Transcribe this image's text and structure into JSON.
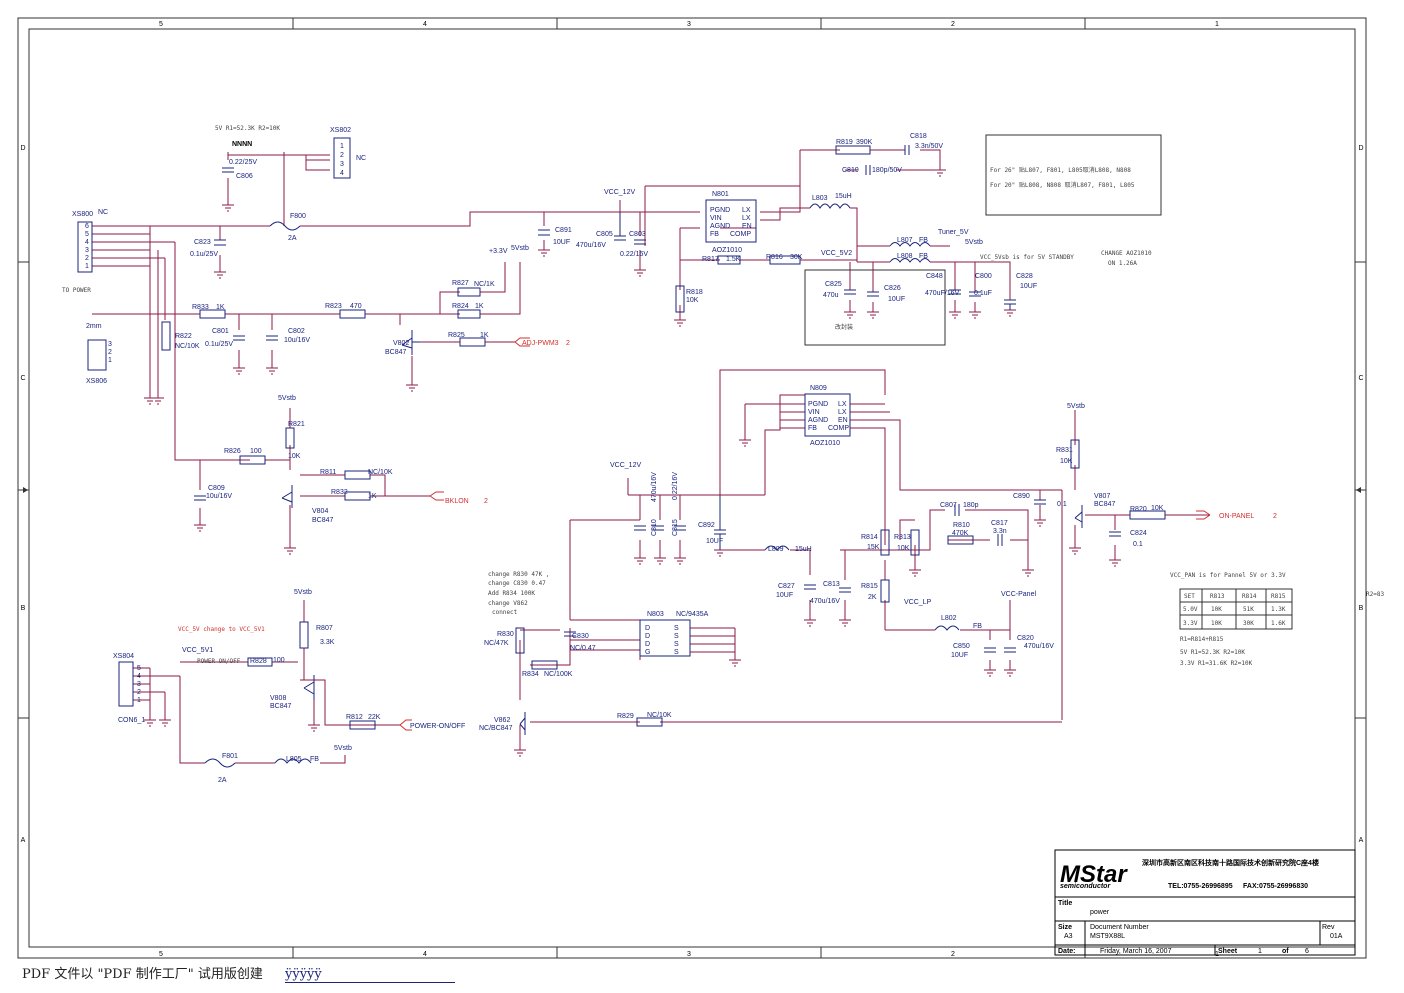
{
  "border": {
    "col_labels": [
      "5",
      "4",
      "3",
      "2",
      "1"
    ],
    "row_labels": [
      "D",
      "C",
      "B",
      "A"
    ]
  },
  "connectors": {
    "xs800": {
      "ref": "XS800",
      "note": "NC",
      "pins": [
        "6",
        "5",
        "4",
        "3",
        "2",
        "1"
      ],
      "caption": "TO POWER"
    },
    "xs802": {
      "ref": "XS802",
      "note": "NC",
      "pins": [
        "1",
        "2",
        "3",
        "4"
      ]
    },
    "xs806": {
      "ref": "XS806",
      "size": "2mm",
      "pins": [
        "3",
        "2",
        "1"
      ]
    },
    "xs804": {
      "ref": "XS804",
      "name": "CON6_1",
      "pins": [
        "5",
        "4",
        "3",
        "2",
        "1"
      ]
    }
  },
  "notes": {
    "xs802_top": "5V   R1=52.3K    R2=10K",
    "xs802_cap_ref": "NNNN",
    "vcc5v_change": "VCC_5V change to VCC_5V1",
    "change_block": [
      "change R830 47K ,",
      "change C830 0.47",
      "Add R834 100K",
      "change V862",
      "connect"
    ],
    "standby": "VCC_5Vsb is for  5V STANDBY",
    "aoz_change": [
      "CHANGE AOZ1010",
      "ON 1.26A"
    ],
    "gaifengzhuang": "改封装",
    "vcc_pan": "VCC_PAN is for Pannel 5V or 3.3V",
    "r_formula": "R1=R814+R815",
    "r_5v": "5V R1=52.3K    R2=10K",
    "r_33v": "3.3V R1=31.6K   R2=10K",
    "edge_r2": "R2=83",
    "size_box": [
      "For 26\" 贴L807, F801, L805取消L808, N808",
      "For 20\" 贴L808, N808 取消L807, F801, L805"
    ]
  },
  "table": {
    "headers": [
      "SET",
      "R813",
      "R814",
      "R815"
    ],
    "rows": [
      [
        "5.0V",
        "10K",
        "51K",
        "1.3K"
      ],
      [
        "3.3V",
        "10K",
        "30K",
        "1.6K"
      ]
    ]
  },
  "components": {
    "c806": {
      "ref": "C806",
      "value": "0.22/25V"
    },
    "c823": {
      "ref": "C823",
      "value": "0.1u/25V"
    },
    "f800": {
      "ref": "F800",
      "value": "2A"
    },
    "c891": {
      "ref": "C891",
      "value": "10UF"
    },
    "c805": {
      "ref": "C805",
      "value": "470u/16V"
    },
    "c803": {
      "ref": "C803",
      "value": "0.22/16V"
    },
    "n801": {
      "ref": "N801",
      "part": "AOZ1010",
      "pins_left": [
        "PGND",
        "VIN",
        "AGND",
        "FB"
      ],
      "pins_right": [
        "LX",
        "LX",
        "EN",
        "COMP"
      ]
    },
    "r819": {
      "ref": "R819",
      "value": "390K"
    },
    "c818": {
      "ref": "C818",
      "value": "3.3n/50V"
    },
    "c819": {
      "ref": "C819",
      "value": "180p/50V"
    },
    "l803": {
      "ref": "L803",
      "value": "15uH"
    },
    "r817": {
      "ref": "R817",
      "value": "1.5K"
    },
    "r816": {
      "ref": "R816",
      "value": "30K"
    },
    "r818": {
      "ref": "R818",
      "value": "10K"
    },
    "l807": {
      "ref": "L807",
      "value": "FB"
    },
    "l808": {
      "ref": "L808",
      "value": "FB"
    },
    "c825": {
      "ref": "C825",
      "value": "470u"
    },
    "c826": {
      "ref": "C826",
      "value": "10UF"
    },
    "c848": {
      "ref": "C848",
      "value": "470uF/16V"
    },
    "c800": {
      "ref": "C800",
      "value": "0.1uF"
    },
    "c828": {
      "ref": "C828",
      "value": "10UF"
    },
    "r833": {
      "ref": "R833",
      "value": "1K"
    },
    "r823": {
      "ref": "R823",
      "value": "470"
    },
    "r827": {
      "ref": "R827",
      "value": "NC/1K"
    },
    "r824": {
      "ref": "R824",
      "value": "1K"
    },
    "r825": {
      "ref": "R825",
      "value": "1K"
    },
    "r822": {
      "ref": "R822",
      "value": "NC/10K"
    },
    "c801": {
      "ref": "C801",
      "value": "0.1u/25V"
    },
    "c802": {
      "ref": "C802",
      "value": "10u/16V"
    },
    "v802": {
      "ref": "V802",
      "part": "BC847"
    },
    "r821": {
      "ref": "R821",
      "value": "10K"
    },
    "r826": {
      "ref": "R826",
      "value": "100"
    },
    "r811": {
      "ref": "R811",
      "value": "NC/10K"
    },
    "r832": {
      "ref": "R832",
      "value": "1K"
    },
    "c809": {
      "ref": "C809",
      "value": "10u/16V"
    },
    "v804": {
      "ref": "V804",
      "part": "BC847"
    },
    "r807": {
      "ref": "R807",
      "value": "3.3K"
    },
    "r828": {
      "ref": "R828",
      "value": "100"
    },
    "v808": {
      "ref": "V808",
      "part": "BC847"
    },
    "r812": {
      "ref": "R812",
      "value": "22K"
    },
    "f801": {
      "ref": "F801",
      "value": "2A"
    },
    "l805": {
      "ref": "L805",
      "value": "FB"
    },
    "c810": {
      "ref": "C810",
      "value": "470u/16V"
    },
    "c815": {
      "ref": "C815",
      "value": "0.22/16V"
    },
    "c892": {
      "ref": "C892",
      "value": "10UF"
    },
    "n809": {
      "ref": "N809",
      "part": "AOZ1010",
      "pins_left": [
        "PGND",
        "VIN",
        "AGND",
        "FB"
      ],
      "pins_right": [
        "LX",
        "LX",
        "EN",
        "COMP"
      ]
    },
    "l809": {
      "ref": "L809",
      "value": "15uH"
    },
    "c827": {
      "ref": "C827",
      "value": "10UF"
    },
    "c813": {
      "ref": "C813",
      "value": "470u/16V"
    },
    "r814": {
      "ref": "R814",
      "value": "15K"
    },
    "r813": {
      "ref": "R813",
      "value": "10K"
    },
    "r815": {
      "ref": "R815",
      "value": "2K"
    },
    "c807": {
      "ref": "C807",
      "value": "180p"
    },
    "r810": {
      "ref": "R810",
      "value": "470K"
    },
    "c817": {
      "ref": "C817",
      "value": "3.3n"
    },
    "c890": {
      "ref": "C890",
      "value": "0.1"
    },
    "r831": {
      "ref": "R831",
      "value": "10K"
    },
    "v807": {
      "ref": "V807",
      "part": "BC847"
    },
    "r820": {
      "ref": "R820",
      "value": "10K"
    },
    "c824": {
      "ref": "C824",
      "value": "0.1"
    },
    "l802": {
      "ref": "L802",
      "value": "FB"
    },
    "c850": {
      "ref": "C850",
      "value": "10UF"
    },
    "c820": {
      "ref": "C820",
      "value": "470u/16V"
    },
    "r830": {
      "ref": "R830",
      "value": "NC/47K"
    },
    "c830": {
      "ref": "C830",
      "value": "NC/0.47"
    },
    "n803": {
      "ref": "N803",
      "part": "NC/9435A",
      "pins_left": [
        "D",
        "D",
        "D",
        "G"
      ],
      "pins_right": [
        "S",
        "S",
        "S",
        "S"
      ]
    },
    "r834": {
      "ref": "R834",
      "value": "NC/100K"
    },
    "v862": {
      "ref": "V862",
      "part": "NC/BC847"
    },
    "r829": {
      "ref": "R829",
      "value": "NC/10K"
    }
  },
  "nets": {
    "vcc_12v_top": "VCC_12V",
    "vcc_12v_mid": "VCC_12V",
    "p33v": "+3.3V",
    "p5vstb": "5Vstb",
    "vcc_5v2": "VCC_5V2",
    "tuner_5v": "Tuner_5V",
    "tuner_5vstb": "5Vstb",
    "adj_pwm3": "ADJ-PWM3",
    "adj_pwm3_page": "2",
    "v804_5vstb": "5Vstb",
    "bklon": "BKLON",
    "bklon_page": "2",
    "r807_5vstb": "5Vstb",
    "vcc_5v1": "VCC_5V1",
    "power_onoff_label": "POWER ON/OFF",
    "power_onoff": "POWER-ON/OFF",
    "l805_5vstb": "5Vstb",
    "vcc_lp": "VCC_LP",
    "vcc_panel": "VCC-Panel",
    "v807_5vstb": "5Vstb",
    "on_panel": "ON-PANEL",
    "on_panel_page": "2"
  },
  "title_block": {
    "logo": "MStar",
    "logo_sub": "semiconductor",
    "address": "深圳市高新区南区科技南十路国际技术创新研究院C座4楼",
    "tel": "TEL:0755-26996895",
    "fax": "FAX:0755-26996830",
    "title_label": "Title",
    "title": "power",
    "size_label": "Size",
    "size": "A3",
    "docnum_label": "Document Number",
    "docnum": "MST9X88L",
    "rev_label": "Rev",
    "rev": "01A",
    "date_label": "Date:",
    "date": "Friday, March 16, 2007",
    "sheet_label": "Sheet",
    "sheet": "1",
    "of_label": "of",
    "of": "6"
  },
  "footer": {
    "text": "PDF 文件以 \"PDF 制作工厂\" 试用版创建",
    "link": "ÿÿÿÿÿ"
  },
  "colors": {
    "wire": "#8b1a4a",
    "label": "#1a237e",
    "red": "#d32f2f"
  }
}
